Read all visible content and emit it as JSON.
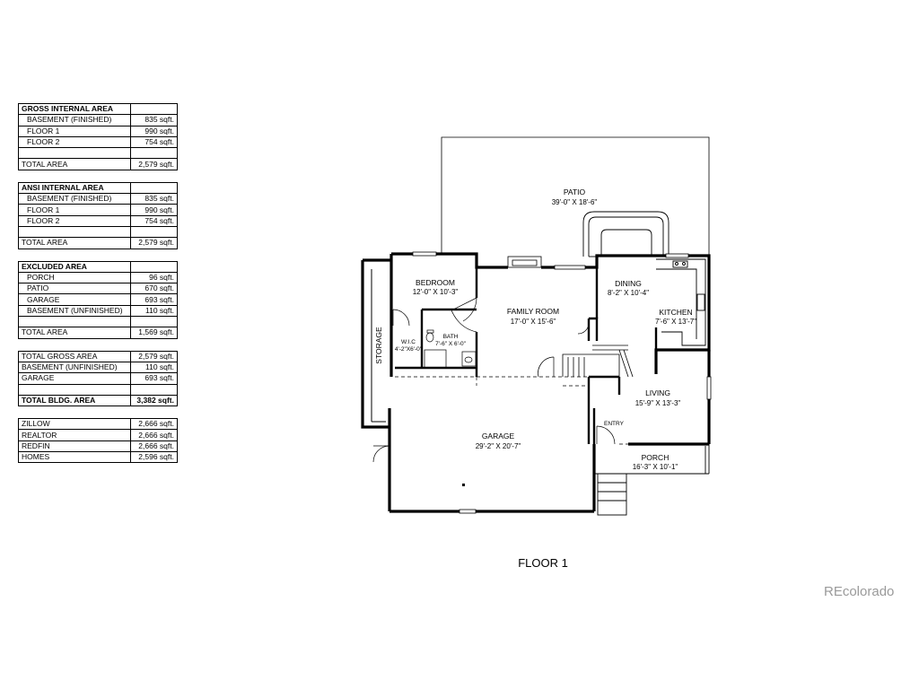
{
  "tables": [
    {
      "header": "GROSS INTERNAL AREA",
      "rows": [
        {
          "label": "BASEMENT (FINISHED)",
          "value": "835 sqft."
        },
        {
          "label": "FLOOR 1",
          "value": "990 sqft."
        },
        {
          "label": "FLOOR 2",
          "value": "754 sqft."
        },
        {
          "label": "",
          "value": ""
        },
        {
          "label": "TOTAL AREA",
          "value": "2,579 sqft."
        }
      ]
    },
    {
      "header": "ANSI INTERNAL AREA",
      "rows": [
        {
          "label": "BASEMENT (FINISHED)",
          "value": "835 sqft."
        },
        {
          "label": "FLOOR 1",
          "value": "990 sqft."
        },
        {
          "label": "FLOOR 2",
          "value": "754 sqft."
        },
        {
          "label": "",
          "value": ""
        },
        {
          "label": "TOTAL AREA",
          "value": "2,579 sqft."
        }
      ]
    },
    {
      "header": "EXCLUDED AREA",
      "rows": [
        {
          "label": "PORCH",
          "value": "96 sqft."
        },
        {
          "label": "PATIO",
          "value": "670 sqft."
        },
        {
          "label": "GARAGE",
          "value": "693 sqft."
        },
        {
          "label": "BASEMENT (UNFINISHED)",
          "value": "110 sqft."
        },
        {
          "label": "",
          "value": ""
        },
        {
          "label": "TOTAL AREA",
          "value": "1,569 sqft."
        }
      ]
    },
    {
      "header": "",
      "rows": [
        {
          "label": "TOTAL GROSS AREA",
          "value": "2,579 sqft."
        },
        {
          "label": "BASEMENT (UNFINISHED)",
          "value": "110 sqft."
        },
        {
          "label": "GARAGE",
          "value": "693 sqft."
        },
        {
          "label": "",
          "value": ""
        },
        {
          "label": "TOTAL BLDG. AREA",
          "value": "3,382 sqft."
        }
      ]
    },
    {
      "header": "",
      "rows": [
        {
          "label": "ZILLOW",
          "value": "2,666 sqft."
        },
        {
          "label": "REALTOR",
          "value": "2,666 sqft."
        },
        {
          "label": "REDFIN",
          "value": "2,666 sqft."
        },
        {
          "label": "HOMES",
          "value": "2,596 sqft."
        }
      ]
    }
  ],
  "rooms": {
    "patio": {
      "name": "PATIO",
      "dim": "39'-0\" X 18'-6\""
    },
    "bedroom": {
      "name": "BEDROOM",
      "dim": "12'-0\" X 10'-3\""
    },
    "family_room": {
      "name": "FAMILY ROOM",
      "dim": "17'-0\" X 15'-6\""
    },
    "dining": {
      "name": "DINING",
      "dim": "8'-2\" X 10'-4\""
    },
    "kitchen": {
      "name": "KITCHEN",
      "dim": "7'-6\" X 13'-7\""
    },
    "wic": {
      "name": "W.I.C",
      "dim": "4'-2\"X6'-0\""
    },
    "bath": {
      "name": "BATH",
      "dim": "7'-6\" X 6'-0\""
    },
    "storage": {
      "name": "STORAGE"
    },
    "living": {
      "name": "LIVING",
      "dim": "15'-9\" X 13'-3\""
    },
    "entry": {
      "name": "ENTRY"
    },
    "garage": {
      "name": "GARAGE",
      "dim": "29'-2\" X 20'-7\""
    },
    "porch": {
      "name": "PORCH",
      "dim": "16'-3\" X 10'-1\""
    }
  },
  "floor_title": "FLOOR 1",
  "watermark": "REcolorado"
}
